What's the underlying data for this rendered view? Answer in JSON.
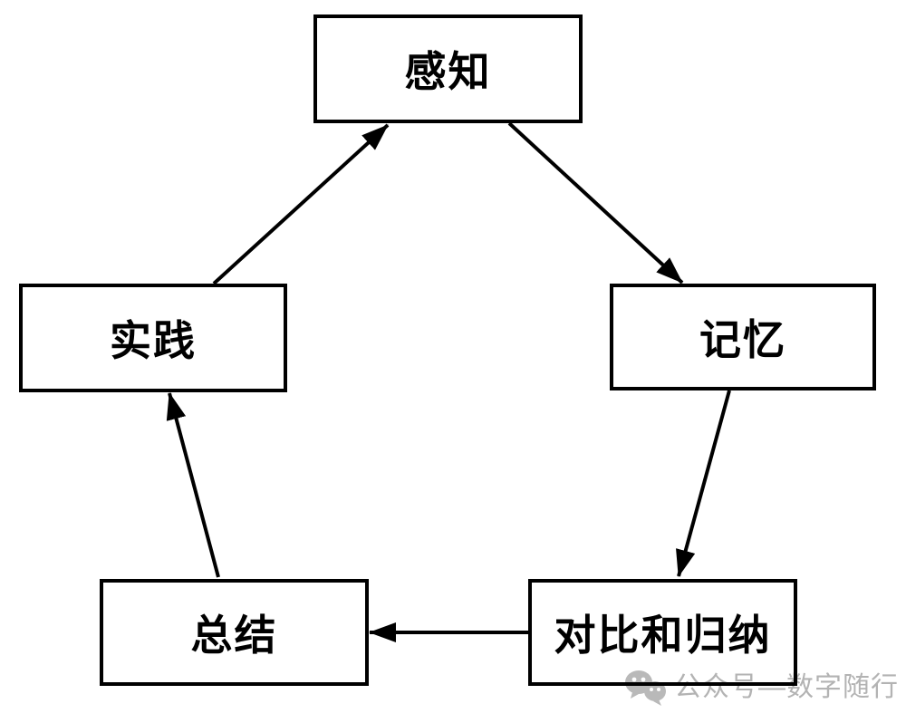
{
  "diagram": {
    "title": "learning-cycle",
    "nodes": [
      {
        "id": "perception",
        "label": "感知"
      },
      {
        "id": "memory",
        "label": "记忆"
      },
      {
        "id": "compare",
        "label": "对比和归纳"
      },
      {
        "id": "summary",
        "label": "总结"
      },
      {
        "id": "practice",
        "label": "实践"
      }
    ],
    "edges": [
      {
        "from": "实践",
        "to": "感知"
      },
      {
        "from": "感知",
        "to": "记忆"
      },
      {
        "from": "记忆",
        "to": "对比和归纳"
      },
      {
        "from": "对比和归纳",
        "to": "总结"
      },
      {
        "from": "总结",
        "to": "实践"
      }
    ]
  },
  "watermark": {
    "icon": "wechat-icon",
    "text": "公众号—数字随行",
    "color": "#b3b3b3"
  },
  "colors": {
    "background": "#ffffff",
    "node_fill": "#ffffff",
    "node_border": "#000000",
    "arrow": "#000000"
  }
}
